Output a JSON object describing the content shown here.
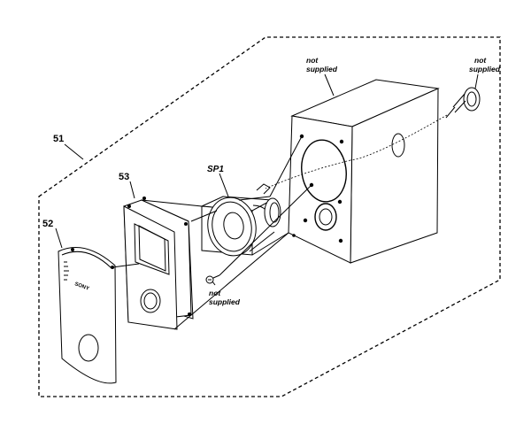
{
  "diagram": {
    "labels": {
      "assembly": "51",
      "front_grille": "52",
      "baffle_frame": "53",
      "speaker_unit": "SP1",
      "grille_brand": "SONY",
      "not_supplied_1": [
        "not",
        "supplied"
      ],
      "not_supplied_2": [
        "not",
        "supplied"
      ],
      "not_supplied_3": [
        "not",
        "supplied"
      ]
    }
  }
}
